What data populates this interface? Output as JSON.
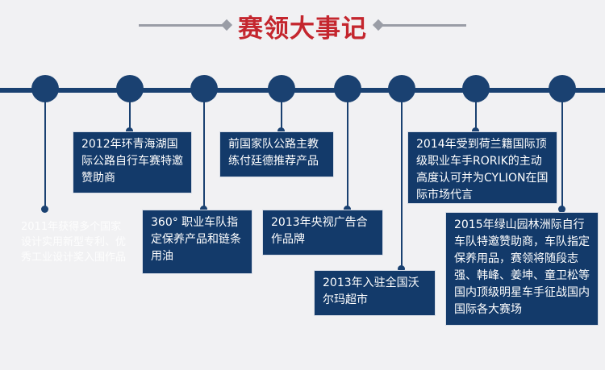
{
  "title": "赛领大事记",
  "events": [
    "2011年获得多个国家设计实用新型专利、优秀工业设计奖入围作品",
    "2012年环青海湖国际公路自行车赛特邀赞助商",
    "360° 职业车队指定保养产品和链条用油",
    "前国家队公路主教练付廷德推荐产品",
    "2013年央视广告合作品牌",
    "2013年入驻全国沃尔玛超市",
    "2014年受到荷兰籍国际顶级职业车手RORIK的主动高度认可并为CYLION在国际市场代言",
    "2015年绿山园林洲际自行车队特邀赞助商，车队指定保养用品，赛领将随段志强、韩峰、姜坤、童卫松等国内顶级明星车手征战国内国际各大赛场"
  ],
  "colors": {
    "background": "#f1f1f3",
    "primary": "#1a4171",
    "title": "#c4262e",
    "divider": "#9a9da6"
  }
}
